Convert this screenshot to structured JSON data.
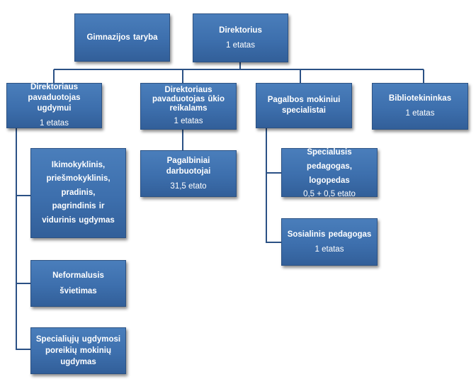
{
  "nodes": {
    "council": {
      "title": "Gimnazijos taryba"
    },
    "director": {
      "title": "Direktorius",
      "sub": "1 etatas"
    },
    "deputy_edu": {
      "title": "Direktoriaus pavaduotojas ugdymui",
      "sub": "1 etatas"
    },
    "deputy_eco": {
      "title": "Direktoriaus pavaduotojas ūkio reikalams",
      "sub": "1 etatas"
    },
    "support_spec": {
      "title": "Pagalbos mokiniui specialistai"
    },
    "librarian": {
      "title": "Bibliotekininkas",
      "sub": "1 etatas"
    },
    "edu_levels": {
      "title": "Ikimokyklinis, priešmokyklinis, pradinis, pagrindinis ir vidurinis ugdymas"
    },
    "nonformal": {
      "title": "Neformalusis švietimas"
    },
    "special_needs": {
      "title": "Specialiųjų ugdymosi poreikių mokinių ugdymas"
    },
    "aux_staff": {
      "title": "Pagalbiniai darbuotojai",
      "sub": "31,5 etato"
    },
    "special_pedagogue": {
      "title": "Specialusis pedagogas, logopedas",
      "sub": "0,5 + 0,5 etato"
    },
    "social_pedagogue": {
      "title": "Sosialinis pedagogas",
      "sub": "1 etatas"
    }
  },
  "colors": {
    "box_fill": "#3d6fad",
    "box_border": "#2c5284",
    "connector": "#2b5185",
    "text": "#ffffff"
  }
}
